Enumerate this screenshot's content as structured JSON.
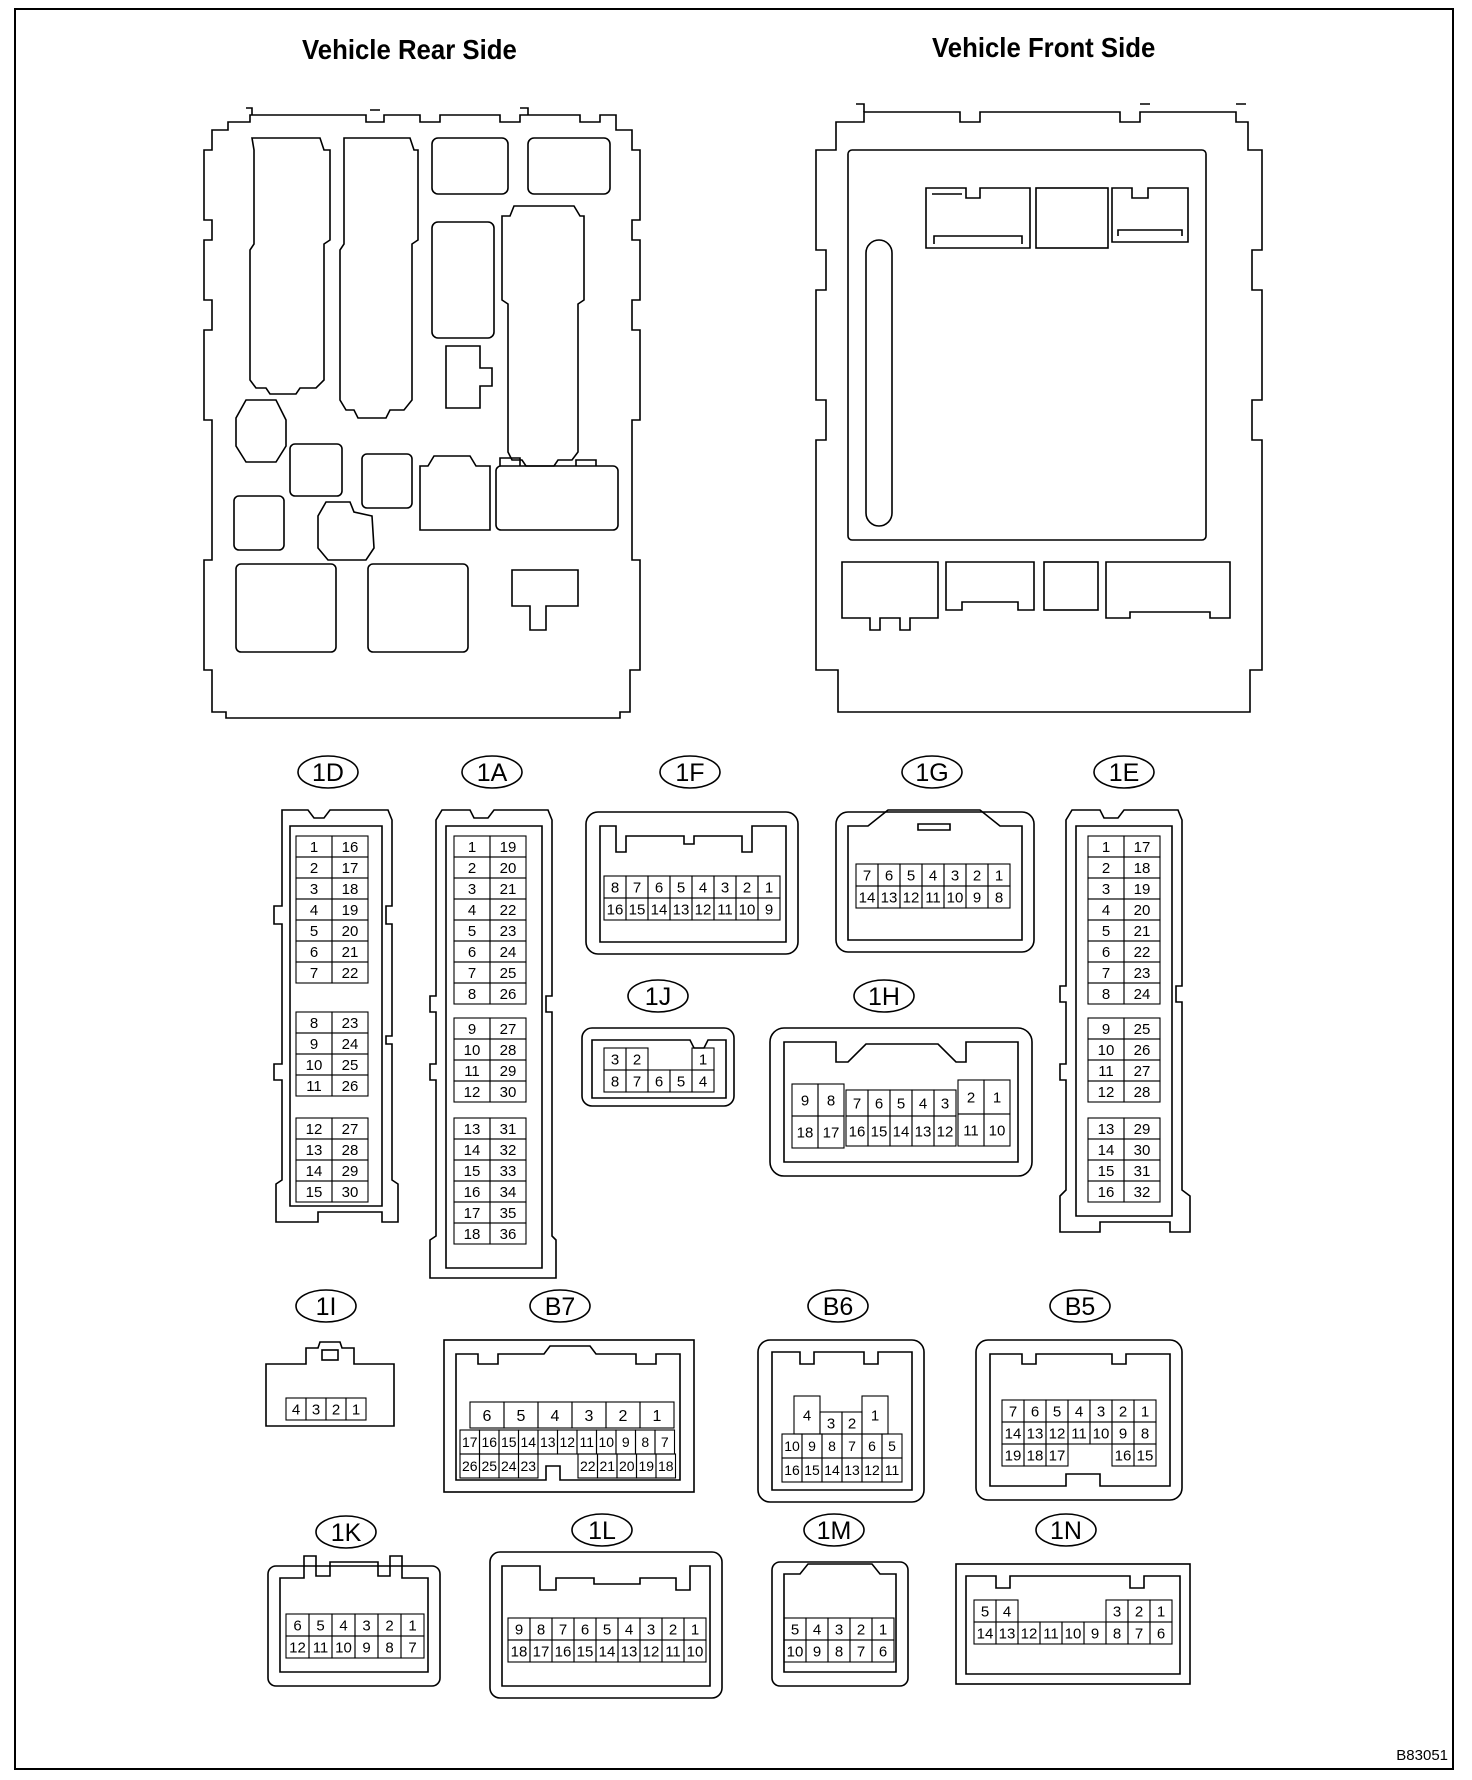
{
  "titles": {
    "rear": "Vehicle Rear Side",
    "front": "Vehicle Front Side"
  },
  "doc_id": "B83051",
  "connectors": {
    "c1D": {
      "label": "1D",
      "rows": [
        [
          "1",
          "16"
        ],
        [
          "2",
          "17"
        ],
        [
          "3",
          "18"
        ],
        [
          "4",
          "19"
        ],
        [
          "5",
          "20"
        ],
        [
          "6",
          "21"
        ],
        [
          "7",
          "22"
        ],
        [
          "8",
          "23"
        ],
        [
          "9",
          "24"
        ],
        [
          "10",
          "25"
        ],
        [
          "11",
          "26"
        ],
        [
          "12",
          "27"
        ],
        [
          "13",
          "28"
        ],
        [
          "14",
          "29"
        ],
        [
          "15",
          "30"
        ]
      ]
    },
    "c1A": {
      "label": "1A",
      "rows": [
        [
          "1",
          "19"
        ],
        [
          "2",
          "20"
        ],
        [
          "3",
          "21"
        ],
        [
          "4",
          "22"
        ],
        [
          "5",
          "23"
        ],
        [
          "6",
          "24"
        ],
        [
          "7",
          "25"
        ],
        [
          "8",
          "26"
        ],
        [
          "9",
          "27"
        ],
        [
          "10",
          "28"
        ],
        [
          "11",
          "29"
        ],
        [
          "12",
          "30"
        ],
        [
          "13",
          "31"
        ],
        [
          "14",
          "32"
        ],
        [
          "15",
          "33"
        ],
        [
          "16",
          "34"
        ],
        [
          "17",
          "35"
        ],
        [
          "18",
          "36"
        ]
      ]
    },
    "c1E": {
      "label": "1E",
      "rows": [
        [
          "1",
          "17"
        ],
        [
          "2",
          "18"
        ],
        [
          "3",
          "19"
        ],
        [
          "4",
          "20"
        ],
        [
          "5",
          "21"
        ],
        [
          "6",
          "22"
        ],
        [
          "7",
          "23"
        ],
        [
          "8",
          "24"
        ],
        [
          "9",
          "25"
        ],
        [
          "10",
          "26"
        ],
        [
          "11",
          "27"
        ],
        [
          "12",
          "28"
        ],
        [
          "13",
          "29"
        ],
        [
          "14",
          "30"
        ],
        [
          "15",
          "31"
        ],
        [
          "16",
          "32"
        ]
      ]
    },
    "c1F": {
      "label": "1F",
      "top": [
        "8",
        "7",
        "6",
        "5",
        "4",
        "3",
        "2",
        "1"
      ],
      "bottom": [
        "16",
        "15",
        "14",
        "13",
        "12",
        "11",
        "10",
        "9"
      ]
    },
    "c1G": {
      "label": "1G",
      "top": [
        "7",
        "6",
        "5",
        "4",
        "3",
        "2",
        "1"
      ],
      "bottom": [
        "14",
        "13",
        "12",
        "11",
        "10",
        "9",
        "8"
      ]
    },
    "c1J": {
      "label": "1J",
      "top": [
        "3",
        "2",
        "",
        "",
        "1"
      ],
      "bottom": [
        "8",
        "7",
        "6",
        "5",
        "4"
      ]
    },
    "c1H": {
      "label": "1H",
      "left_top": [
        "9",
        "8"
      ],
      "left_bottom": [
        "18",
        "17"
      ],
      "mid_top": [
        "7",
        "6",
        "5",
        "4",
        "3"
      ],
      "mid_bottom": [
        "16",
        "15",
        "14",
        "13",
        "12"
      ],
      "right_top": [
        "2",
        "1"
      ],
      "right_bottom": [
        "11",
        "10"
      ]
    },
    "c1I": {
      "label": "1I",
      "top": [
        "4",
        "3",
        "2",
        "1"
      ]
    },
    "cB7": {
      "label": "B7",
      "top": [
        "6",
        "5",
        "4",
        "3",
        "2",
        "1"
      ],
      "mid": [
        "17",
        "16",
        "15",
        "14",
        "13",
        "12",
        "11",
        "10",
        "9",
        "8",
        "7"
      ],
      "bottom_left": [
        "26",
        "25",
        "24",
        "23"
      ],
      "bottom_right": [
        "22",
        "21",
        "20",
        "19",
        "18"
      ]
    },
    "cB6": {
      "label": "B6",
      "top": [
        "4",
        "3",
        "2",
        "1"
      ],
      "mid": [
        "10",
        "9",
        "8",
        "7",
        "6",
        "5"
      ],
      "bottom": [
        "16",
        "15",
        "14",
        "13",
        "12",
        "11"
      ]
    },
    "cB5": {
      "label": "B5",
      "top": [
        "7",
        "6",
        "5",
        "4",
        "3",
        "2",
        "1"
      ],
      "mid": [
        "14",
        "13",
        "12",
        "11",
        "10",
        "9",
        "8"
      ],
      "bottom_left": [
        "19",
        "18",
        "17"
      ],
      "bottom_right": [
        "16",
        "15"
      ]
    },
    "c1K": {
      "label": "1K",
      "top": [
        "6",
        "5",
        "4",
        "3",
        "2",
        "1"
      ],
      "bottom": [
        "12",
        "11",
        "10",
        "9",
        "8",
        "7"
      ]
    },
    "c1L": {
      "label": "1L",
      "top": [
        "9",
        "8",
        "7",
        "6",
        "5",
        "4",
        "3",
        "2",
        "1"
      ],
      "bottom": [
        "18",
        "17",
        "16",
        "15",
        "14",
        "13",
        "12",
        "11",
        "10"
      ]
    },
    "c1M": {
      "label": "1M",
      "top": [
        "5",
        "4",
        "3",
        "2",
        "1"
      ],
      "bottom": [
        "10",
        "9",
        "8",
        "7",
        "6"
      ]
    },
    "c1N": {
      "label": "1N",
      "top": [
        "5",
        "4",
        "",
        "",
        "",
        "",
        "3",
        "2",
        "1"
      ],
      "bottom": [
        "14",
        "13",
        "12",
        "11",
        "10",
        "9",
        "8",
        "7",
        "6"
      ]
    }
  }
}
